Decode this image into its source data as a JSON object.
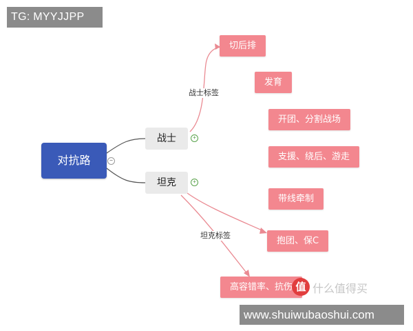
{
  "banner": {
    "text": "TG: MYYJJPP"
  },
  "mindmap": {
    "root": {
      "label": "对抗路"
    },
    "branches": [
      {
        "label": "战士"
      },
      {
        "label": "坦克"
      }
    ],
    "edge_labels": [
      {
        "text": "战士标签"
      },
      {
        "text": "坦克标签"
      }
    ],
    "tags": [
      {
        "label": "切后排"
      },
      {
        "label": "发育"
      },
      {
        "label": "开团、分割战场"
      },
      {
        "label": "支援、绕后、游走"
      },
      {
        "label": "带线牵制"
      },
      {
        "label": "抱团、保C"
      },
      {
        "label": "高容错率、抗伤"
      }
    ],
    "toggles": {
      "collapse": "−",
      "expand": "+"
    }
  },
  "watermark": {
    "logo_glyph": "值",
    "text": "什么值得买",
    "url": "www.shuiwubaoshui.com"
  },
  "colors": {
    "root": "#3a5ab8",
    "branch": "#eaeaea",
    "tag": "#f3878f",
    "connector_root": "#555555",
    "connector_tag": "#ea8a92"
  }
}
